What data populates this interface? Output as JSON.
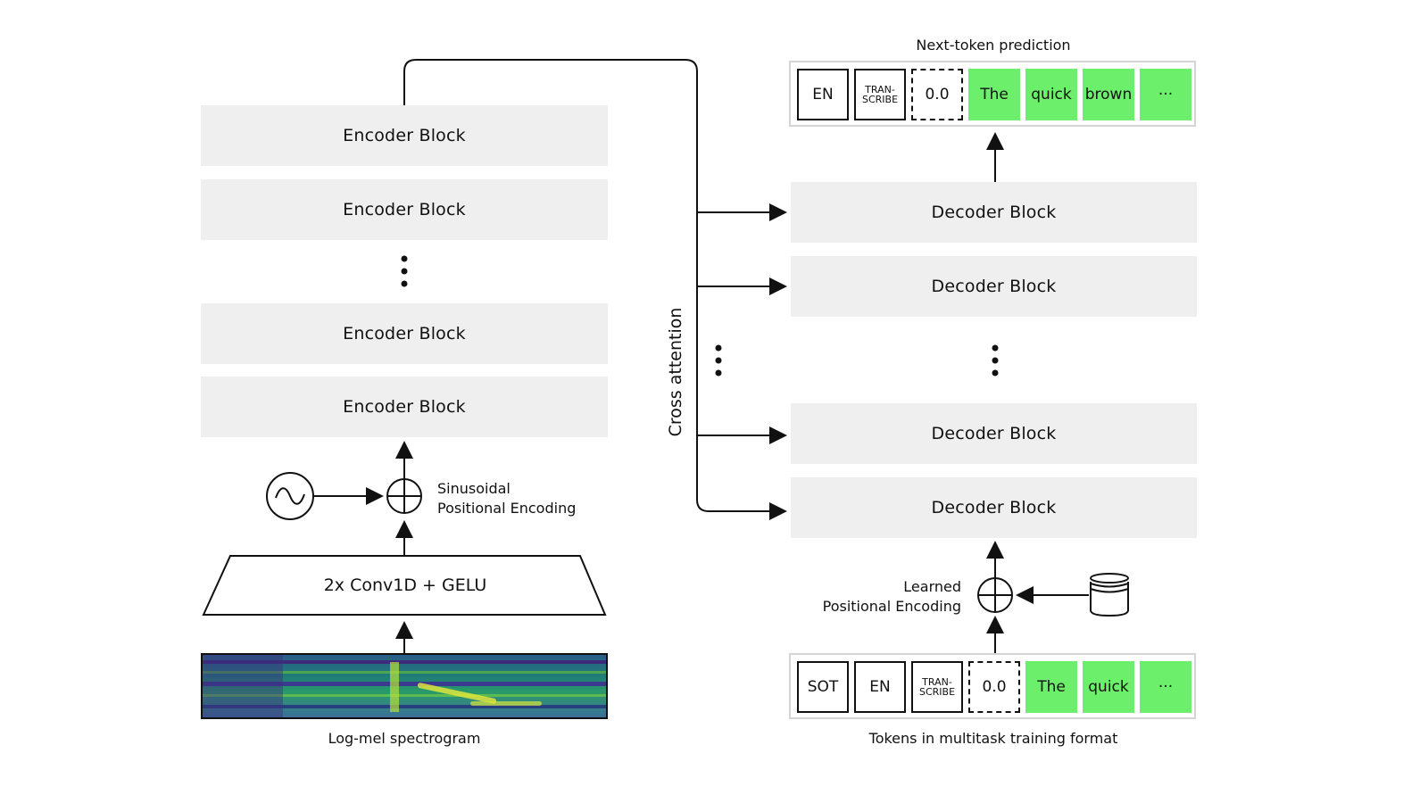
{
  "encoder": {
    "blocks": [
      "Encoder Block",
      "Encoder Block",
      "Encoder Block",
      "Encoder Block"
    ],
    "conv_label": "2x Conv1D + GELU",
    "positional_label_line1": "Sinusoidal",
    "positional_label_line2": "Positional Encoding",
    "input_label": "Log-mel spectrogram"
  },
  "cross_attention_label": "Cross attention",
  "decoder": {
    "blocks": [
      "Decoder Block",
      "Decoder Block",
      "Decoder Block",
      "Decoder Block"
    ],
    "positional_label_line1": "Learned",
    "positional_label_line2": "Positional Encoding",
    "output_title": "Next-token prediction",
    "output_tokens": [
      {
        "text": "EN",
        "style": "plain"
      },
      {
        "text": "TRAN-\nSCRIBE",
        "style": "plain"
      },
      {
        "text": "0.0",
        "style": "dash"
      },
      {
        "text": "The",
        "style": "green"
      },
      {
        "text": "quick",
        "style": "green"
      },
      {
        "text": "brown",
        "style": "green"
      },
      {
        "text": "···",
        "style": "green"
      }
    ],
    "input_tokens": [
      {
        "text": "SOT",
        "style": "plain"
      },
      {
        "text": "EN",
        "style": "plain"
      },
      {
        "text": "TRAN-\nSCRIBE",
        "style": "plain"
      },
      {
        "text": "0.0",
        "style": "dash"
      },
      {
        "text": "The",
        "style": "green"
      },
      {
        "text": "quick",
        "style": "green"
      },
      {
        "text": "···",
        "style": "green"
      }
    ],
    "input_label": "Tokens in multitask training format"
  },
  "colors": {
    "block_fill": "#efefef",
    "token_green": "#6cf06c",
    "line": "#111111"
  }
}
